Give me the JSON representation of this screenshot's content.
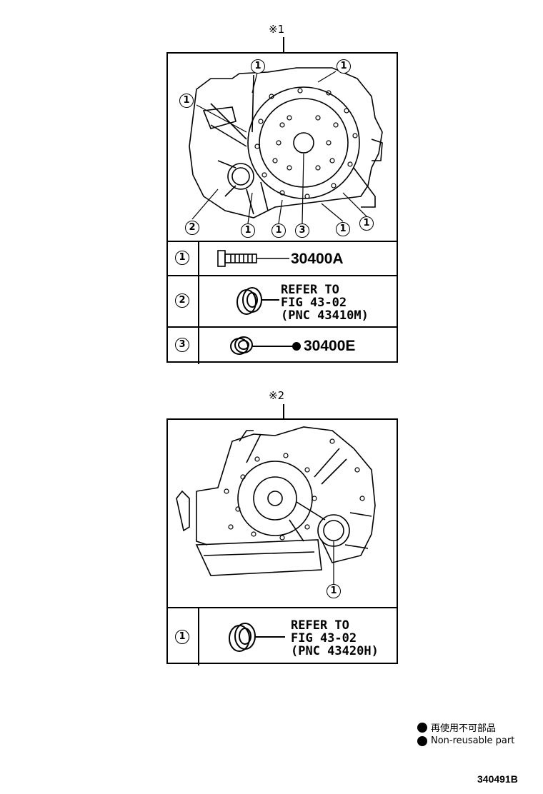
{
  "diagram1": {
    "marker": "※1",
    "callouts": [
      "1",
      "1",
      "1",
      "1",
      "2",
      "1",
      "1",
      "3",
      "1",
      "1"
    ],
    "parts": [
      {
        "num": "1",
        "text": "30400A"
      },
      {
        "num": "2",
        "lines": [
          "REFER TO",
          "FIG 43-02",
          "(PNC 43410M)"
        ]
      },
      {
        "num": "3",
        "text": "30400E",
        "non_reusable": true
      }
    ]
  },
  "diagram2": {
    "marker": "※2",
    "callouts": [
      "1"
    ],
    "parts": [
      {
        "num": "1",
        "lines": [
          "REFER TO",
          "FIG 43-02",
          "(PNC 43420H)"
        ]
      }
    ]
  },
  "legend": {
    "jp": "再使用不可部品",
    "en": "Non-reusable part"
  },
  "figure_id": "340491B"
}
